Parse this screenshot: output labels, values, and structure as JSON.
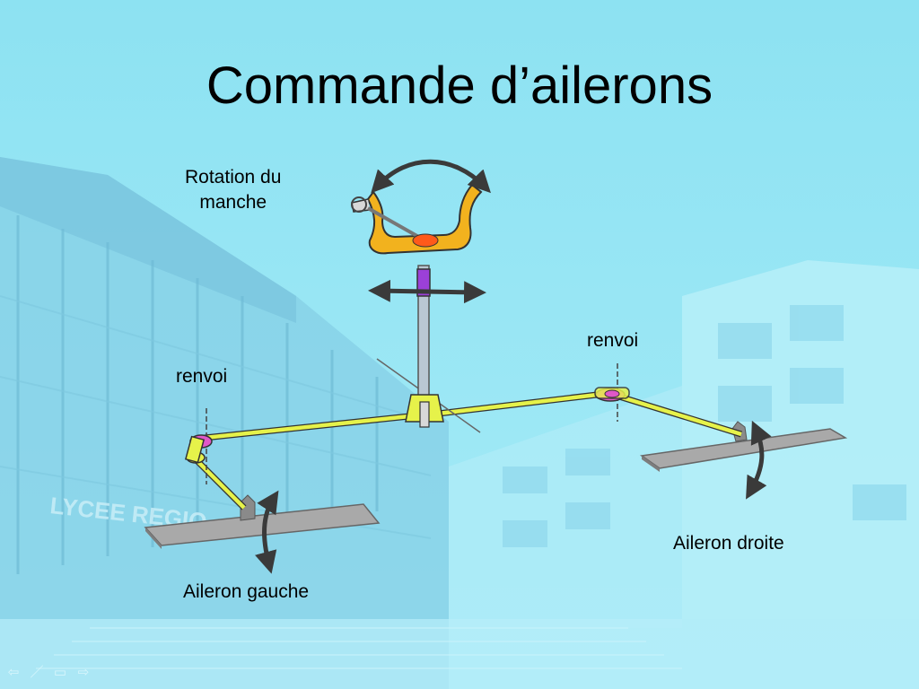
{
  "slide": {
    "title": "Commande d’ailerons"
  },
  "labels": {
    "stick_rotation": "Rotation du\nmanche",
    "relay_left": "renvoi",
    "relay_right": "renvoi",
    "aileron_left": "Aileron gauche",
    "aileron_right": "Aileron droite"
  },
  "background": {
    "building_sign": "LYCEE REGIO"
  },
  "colors": {
    "background": "#9be6f5",
    "rod": "#e6f24a",
    "yoke": "#f2b21e",
    "yoke_center": "#ff5a1a",
    "relay": "#e058c8",
    "column_collar": "#9b40d8",
    "aileron": "#a9a9a9",
    "arrow": "#3a3a3a"
  },
  "nav": {
    "icons": [
      "arrow-left-icon",
      "pen-icon",
      "menu-icon",
      "arrow-right-icon"
    ],
    "glyphs": [
      "⇦",
      "／",
      "▭",
      "⇨"
    ]
  }
}
